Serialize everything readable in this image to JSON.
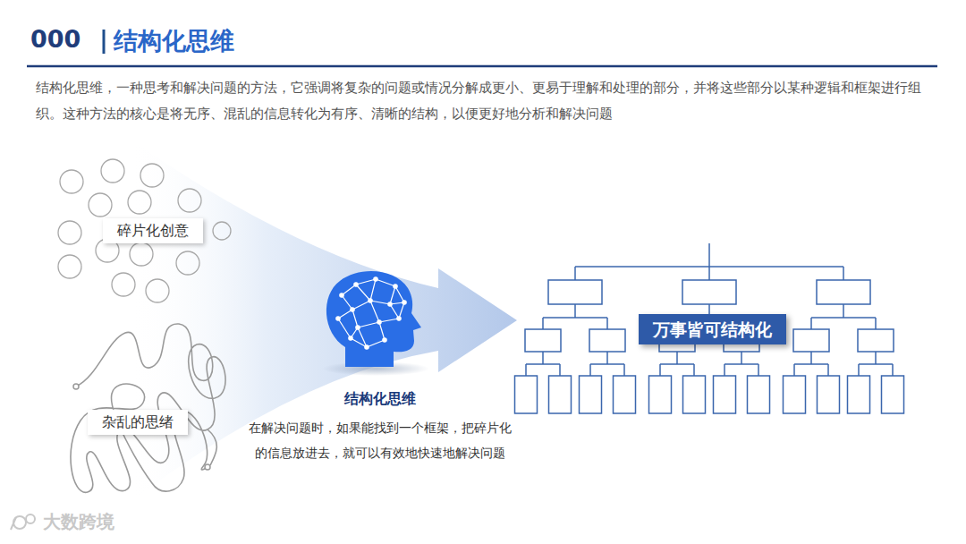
{
  "diagram": {
    "title": "结构化思维",
    "nodes": [
      {
        "text": [
          "碎片化创意"
        ]
      },
      {
        "text": [
          "杂乱的思绪"
        ]
      },
      {
        "text": [
          "万事皆可结构化"
        ]
      }
    ],
    "labels": [
      "000",
      "结构化思维，一种思考和解决问题的方法，它强调将复杂的问题或情况分解成更小、更易于理解和处理的部分，并将这些部分以某种逻辑和框架进行组织。这种方法的核心是将无序、混乱的信息转化为有序、清晰的结构，以便更好地分析和解决问题",
      "结构化思维",
      "在解决问题时，如果能找到一个框架，把碎片化的信息放进去，就可以有效地快速地解决问题",
      "大数跨境"
    ]
  }
}
